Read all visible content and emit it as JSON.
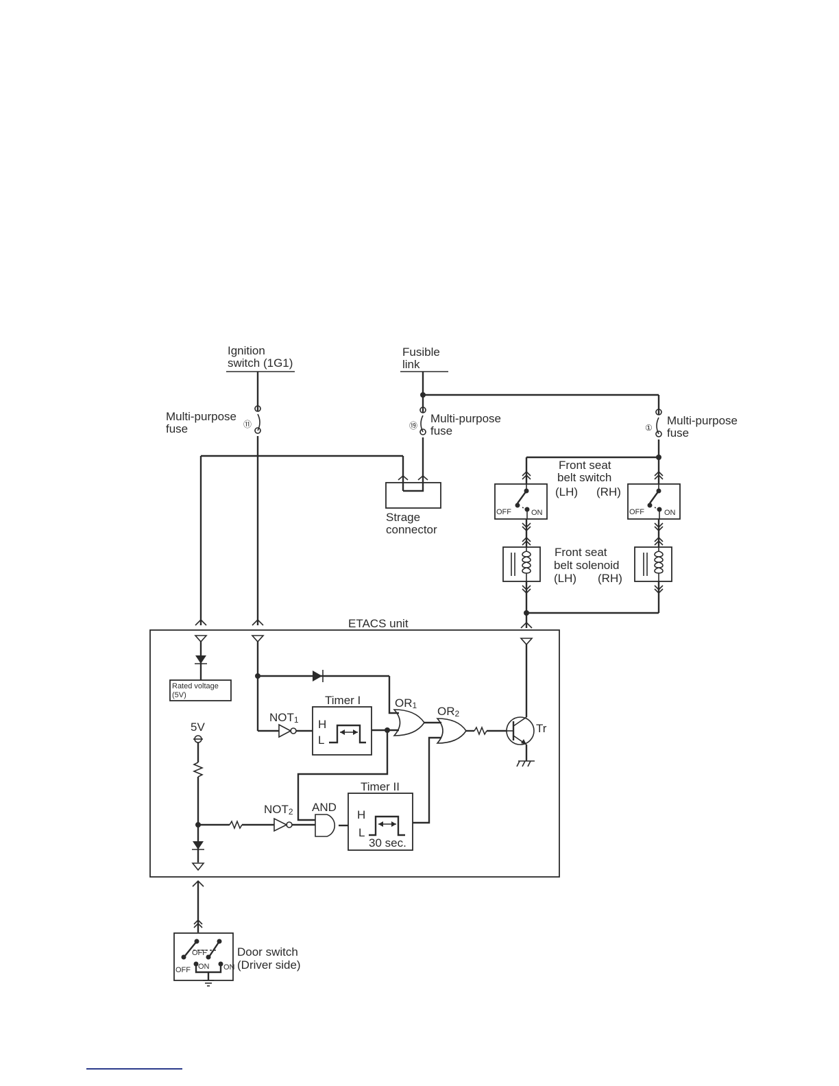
{
  "labels": {
    "ignition_switch": [
      "Ignition",
      "switch (1G1)"
    ],
    "fusible_link": [
      "Fusible",
      "link"
    ],
    "fuse_left": [
      "Multi-purpose",
      "fuse"
    ],
    "fuse_left_num": "⑪",
    "fuse_mid": [
      "Multi-purpose",
      "fuse"
    ],
    "fuse_mid_num": "⑲",
    "fuse_right": [
      "Multi-purpose",
      "fuse"
    ],
    "fuse_right_num": "①",
    "storage_connector": [
      "Strage",
      "connector"
    ],
    "belt_switch": [
      "Front seat",
      "belt switch"
    ],
    "belt_switch_lh": "(LH)",
    "belt_switch_rh": "(RH)",
    "switch_off": "OFF",
    "switch_on": "ON",
    "belt_solenoid": [
      "Front seat",
      "belt solenoid"
    ],
    "belt_solenoid_lh": "(LH)",
    "belt_solenoid_rh": "(RH)",
    "etacs_unit": "ETACS unit",
    "rated_voltage": [
      "Rated voltage",
      "(5V)"
    ],
    "five_volt": "5V",
    "not1": "NOT",
    "not1_sub": "1",
    "not2": "NOT",
    "not2_sub": "2",
    "timer1": "Timer I",
    "timer2": "Timer II",
    "high": "H",
    "low": "L",
    "or1": "OR",
    "or1_sub": "1",
    "or2": "OR",
    "or2_sub": "2",
    "and_gate": "AND",
    "thirty_sec": "30 sec.",
    "transistor": "Tr",
    "door_switch": [
      "Door switch",
      "(Driver side)"
    ],
    "door_off_top": "OFF",
    "door_on_mid": "ON",
    "door_off_left": "OFF",
    "door_on_right": "ON"
  }
}
